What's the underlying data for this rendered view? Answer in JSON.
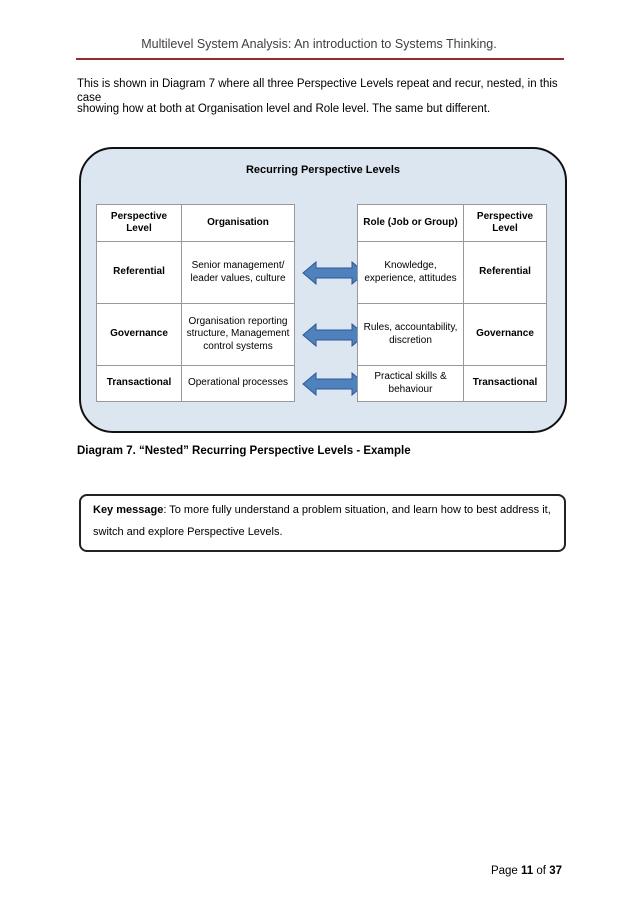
{
  "header": {
    "title": "Multilevel System Analysis:  An introduction to Systems Thinking."
  },
  "intro": {
    "line1": "This is shown in Diagram 7 where all three Perspective Levels repeat and recur, nested, in this case",
    "line2": "showing how at both at Organisation level and Role level.  The same but different."
  },
  "diagram": {
    "title": "Recurring Perspective Levels",
    "left_table": {
      "headers": [
        "Perspective Level",
        "Organisation"
      ],
      "rows": [
        [
          "Referential",
          "Senior management/ leader values, culture"
        ],
        [
          "Governance",
          "Organisation reporting structure, Management control systems"
        ],
        [
          "Transactional",
          "Operational processes"
        ]
      ]
    },
    "right_table": {
      "headers": [
        "Role (Job or Group)",
        "Perspective Level"
      ],
      "rows": [
        [
          "Knowledge, experience, attitudes",
          "Referential"
        ],
        [
          "Rules, accountability, discretion",
          "Governance"
        ],
        [
          "Practical skills & behaviour",
          "Transactional"
        ]
      ]
    },
    "arrow_color": "#4f81bd"
  },
  "caption": "Diagram 7.  “Nested” Recurring Perspective Levels - Example",
  "key_message": {
    "label": "Key message",
    "text": ": To more fully understand a problem situation, and learn how to best address it, switch and explore Perspective Levels."
  },
  "footer": {
    "page_prefix": "Page",
    "page": "11",
    "of": "of",
    "total": "37"
  }
}
